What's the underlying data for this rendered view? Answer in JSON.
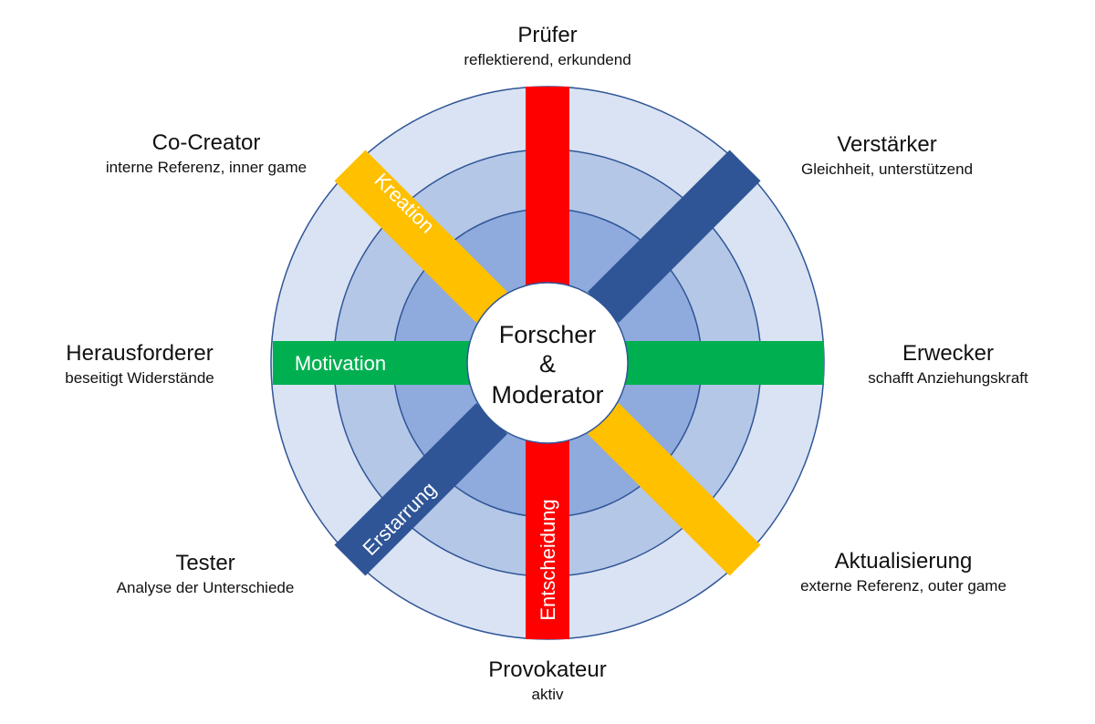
{
  "center": {
    "line1": "Forscher",
    "line2": "&",
    "line3": "Moderator"
  },
  "axes": {
    "vertical_top": {
      "color": "#ff0000"
    },
    "vertical_bottom": {
      "label": "Entscheidung",
      "color": "#ff0000"
    },
    "horizontal_left": {
      "label": "Motivation",
      "color": "#00b050"
    },
    "horizontal_right": {
      "color": "#00b050"
    },
    "diag_upper_left": {
      "label": "Kreation",
      "color": "#ffc000"
    },
    "diag_lower_right": {
      "color": "#ffc000"
    },
    "diag_upper_right": {
      "color": "#2f5597"
    },
    "diag_lower_left": {
      "label": "Erstarrung",
      "color": "#2f5597"
    }
  },
  "rings": {
    "outer_color": "#dae3f3",
    "middle_color": "#b4c7e7",
    "inner_color": "#8faadc",
    "stroke_color": "#2f5597"
  },
  "roles": {
    "top": {
      "title": "Prüfer",
      "desc": "reflektierend, erkundend"
    },
    "top_right": {
      "title": "Verstärker",
      "desc": "Gleichheit, unterstützend"
    },
    "right": {
      "title": "Erwecker",
      "desc": "schafft Anziehungskraft"
    },
    "bottom_right": {
      "title": "Aktualisierung",
      "desc": "externe Referenz, outer game"
    },
    "bottom": {
      "title": "Provokateur",
      "desc": "aktiv"
    },
    "bottom_left": {
      "title": "Tester",
      "desc": "Analyse der Unterschiede"
    },
    "left": {
      "title": "Herausforderer",
      "desc": "beseitigt Widerstände"
    },
    "top_left": {
      "title": "Co-Creator",
      "desc": "interne Referenz, inner game"
    }
  }
}
